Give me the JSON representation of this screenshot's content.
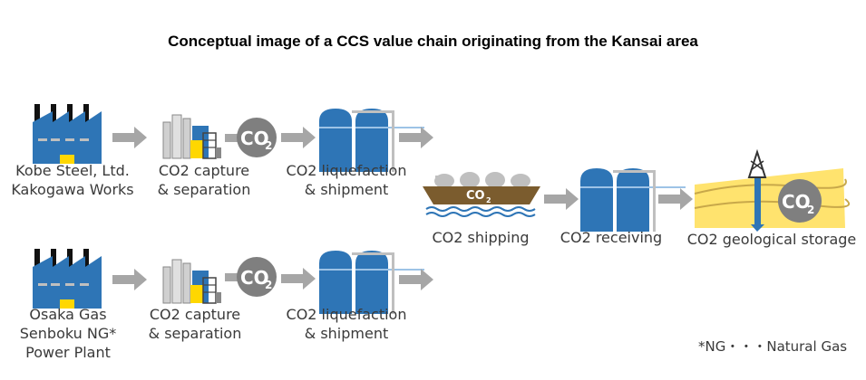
{
  "title": "Conceptual image of a CCS value chain originating from the Kansai area",
  "co2_badge": {
    "main": "CO",
    "sub": "2"
  },
  "row1": {
    "source": [
      "Kobe Steel, Ltd.",
      "Kakogawa Works"
    ],
    "capture": [
      "CO2 capture",
      "& separation"
    ],
    "liquefaction": [
      "CO2 liquefaction",
      "& shipment"
    ]
  },
  "row2": {
    "source": [
      "Osaka Gas",
      "Senboku NG*",
      "Power Plant"
    ],
    "capture": [
      "CO2 capture",
      "& separation"
    ],
    "liquefaction": [
      "CO2 liquefaction",
      "& shipment"
    ]
  },
  "shipping": "CO2 shipping",
  "receiving": "CO2 receiving",
  "storage": "CO2 geological storage",
  "footnote": "*NG・・・Natural Gas",
  "colors": {
    "factory_blue": "#2e75b6",
    "window_gray": "#bfbfbf",
    "window_yellow": "#ffd700",
    "arrow_gray": "#a6a6a6",
    "badge_gray": "#7f7f7f",
    "ship_brown": "#7b5c2e",
    "soil_yellow": "#ffe36e",
    "water_blue": "#2e75b6"
  }
}
